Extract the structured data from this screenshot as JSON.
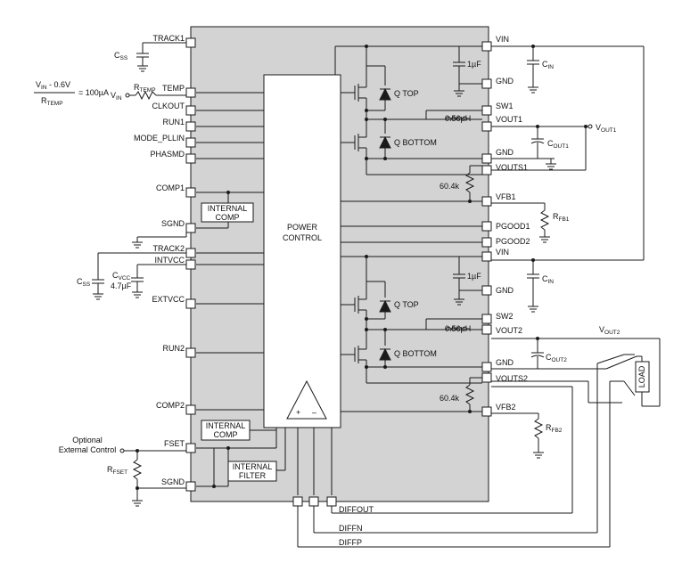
{
  "left_pins": [
    "TRACK1",
    "TEMP",
    "CLKOUT",
    "RUN1",
    "MODE_PLLIN",
    "PHASMD",
    "COMP1",
    "SGND",
    "TRACK2",
    "INTVCC",
    "EXTVCC",
    "RUN2",
    "COMP2",
    "FSET",
    "SGND"
  ],
  "right_pins": [
    "VIN",
    "GND",
    "SW1",
    "VOUT1",
    "GND",
    "VOUTS1",
    "VFB1",
    "PGOOD1",
    "PGOOD2",
    "VIN",
    "GND",
    "SW2",
    "VOUT2",
    "GND",
    "VOUTS2",
    "VFB2"
  ],
  "bottom_pins": [
    "DIFFOUT",
    "DIFFN",
    "DIFFP"
  ],
  "blocks": {
    "power_control": [
      "POWER",
      "CONTROL"
    ],
    "internal_comp_1": [
      "INTERNAL",
      "COMP"
    ],
    "internal_comp_2": [
      "INTERNAL",
      "COMP"
    ],
    "internal_filter": [
      "INTERNAL",
      "FILTER"
    ],
    "load": "LOAD"
  },
  "components": {
    "q_top": "Q TOP",
    "q_bottom": "Q BOTTOM",
    "inductor": "0.56µH",
    "cap_1uf": "1µF",
    "cap_4_7uf": "4.7µF",
    "res_60_4k": "60.4k",
    "cin": {
      "base": "C",
      "sub": "IN"
    },
    "css": {
      "base": "C",
      "sub": "SS"
    },
    "cvcc": {
      "base": "C",
      "sub": "VCC"
    },
    "cout1": {
      "base": "C",
      "sub": "OUT1"
    },
    "cout2": {
      "base": "C",
      "sub": "OUT2"
    },
    "rfb1": {
      "base": "R",
      "sub": "FB1"
    },
    "rfb2": {
      "base": "R",
      "sub": "FB2"
    },
    "rfset": {
      "base": "R",
      "sub": "FSET"
    },
    "rtemp": {
      "base": "R",
      "sub": "TEMP"
    },
    "vin": {
      "base": "V",
      "sub": "IN"
    },
    "vout1": {
      "base": "V",
      "sub": "OUT1"
    },
    "vout2": {
      "base": "V",
      "sub": "OUT2"
    }
  },
  "formula": {
    "numerator": {
      "v": "V",
      "sub": "IN",
      "rest": " - 0.6V"
    },
    "denominator": {
      "r": "R",
      "sub": "TEMP"
    },
    "equals": "= 100µA"
  },
  "optional_control": [
    "Optional",
    "External Control"
  ],
  "amp_signs": {
    "plus": "+",
    "minus": "–"
  },
  "colors": {
    "chip": "#d3d3d3",
    "line": "#1a1a1a"
  }
}
